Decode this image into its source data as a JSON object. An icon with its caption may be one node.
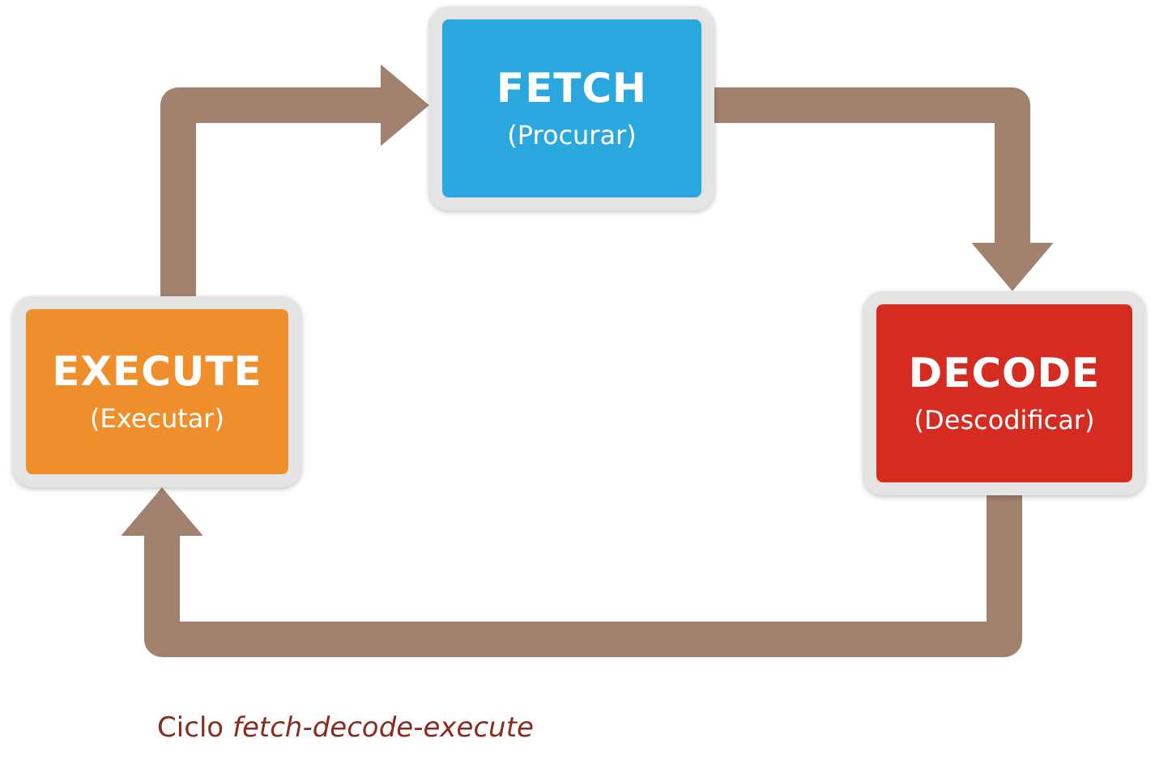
{
  "diagram": {
    "caption": "Ciclo *fetch-decode-execute*",
    "nodes": [
      {
        "text": [
          "FETCH",
          "(Procurar)"
        ]
      },
      {
        "text": [
          "DECODE",
          "(Descodificar)"
        ]
      },
      {
        "text": [
          "EXECUTE",
          "(Executar)"
        ]
      }
    ],
    "edges": [
      {
        "from": 2,
        "to": 0,
        "arrow": "to"
      },
      {
        "from": 0,
        "to": 1,
        "arrow": "to"
      },
      {
        "from": 1,
        "to": 2,
        "arrow": "to"
      }
    ]
  }
}
